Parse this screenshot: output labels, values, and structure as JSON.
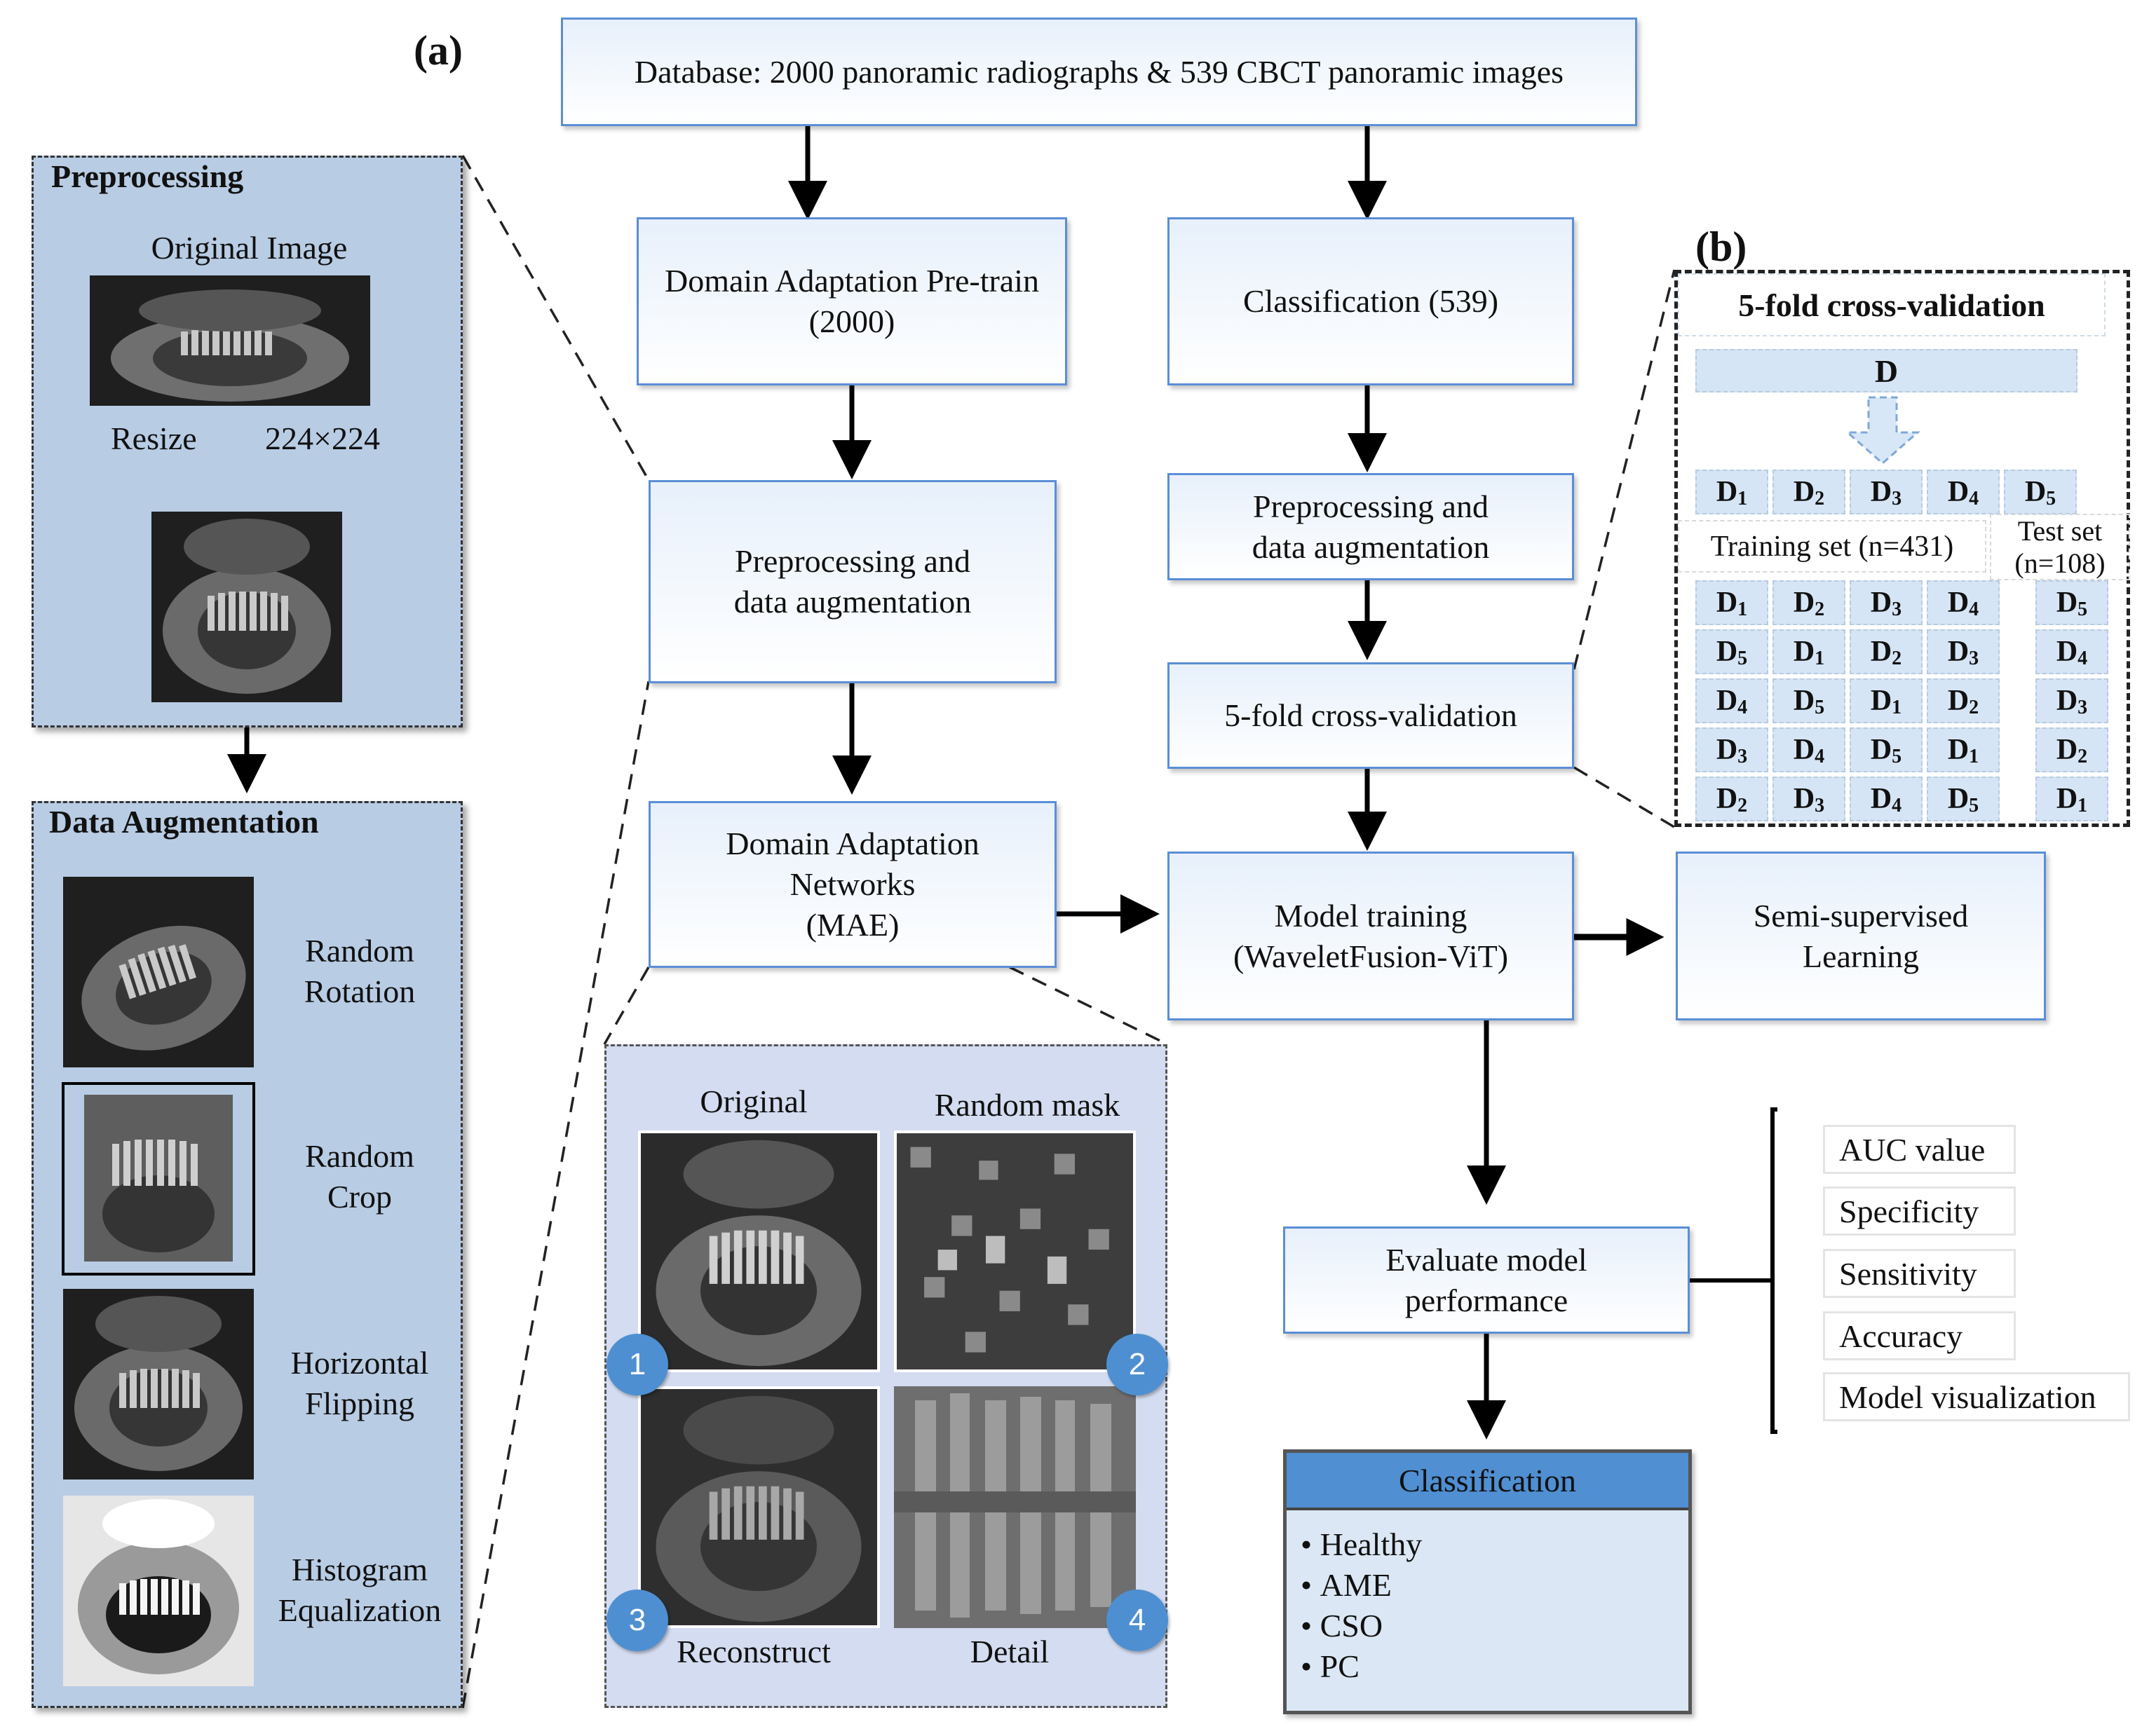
{
  "panel_labels": {
    "a": "(a)",
    "b": "(b)"
  },
  "flow": {
    "database": "Database: 2000 panoramic radiographs & 539 CBCT panoramic images",
    "pretrain": [
      "Domain Adaptation Pre-train",
      "(2000)"
    ],
    "classification": "Classification (539)",
    "preproc_left": [
      "Preprocessing and",
      "data augmentation"
    ],
    "preproc_right": [
      "Preprocessing and",
      "data augmentation"
    ],
    "cv": "5-fold cross-validation",
    "da_networks": [
      "Domain Adaptation",
      "Networks",
      "(MAE)"
    ],
    "model_training": [
      "Model training",
      "(WaveletFusion-ViT)"
    ],
    "semi_supervised": [
      "Semi-supervised",
      "Learning"
    ],
    "evaluate": [
      "Evaluate model",
      "performance"
    ]
  },
  "preprocessing": {
    "title": "Preprocessing",
    "original": "Original Image",
    "resize": "Resize",
    "size": "224×224"
  },
  "augmentation": {
    "title": "Data Augmentation",
    "items": [
      [
        "Random",
        "Rotation"
      ],
      [
        "Random",
        "Crop"
      ],
      [
        "Horizontal",
        "Flipping"
      ],
      [
        "Histogram",
        "Equalization"
      ]
    ]
  },
  "mae": {
    "labels": [
      "Original",
      "Random mask",
      "Reconstruct",
      "Detail"
    ],
    "badges": [
      "1",
      "2",
      "3",
      "4"
    ]
  },
  "crossval": {
    "title": "5-fold cross-validation",
    "d": "D",
    "top_row": [
      "D1",
      "D2",
      "D3",
      "D4",
      "D5"
    ],
    "training_label": "Training set (n=431)",
    "test_label": [
      "Test set",
      "(n=108)"
    ],
    "folds": [
      {
        "train": [
          "D1",
          "D2",
          "D3",
          "D4"
        ],
        "test": "D5"
      },
      {
        "train": [
          "D5",
          "D1",
          "D2",
          "D3"
        ],
        "test": "D4"
      },
      {
        "train": [
          "D4",
          "D5",
          "D1",
          "D2"
        ],
        "test": "D3"
      },
      {
        "train": [
          "D3",
          "D4",
          "D5",
          "D1"
        ],
        "test": "D2"
      },
      {
        "train": [
          "D2",
          "D3",
          "D4",
          "D5"
        ],
        "test": "D1"
      }
    ]
  },
  "metrics": [
    "AUC value",
    "Specificity",
    "Sensitivity",
    "Accuracy",
    "Model visualization"
  ],
  "classes": {
    "title": "Classification",
    "items": [
      "Healthy",
      "AME",
      "CSO",
      "PC"
    ]
  },
  "colors": {
    "box_border": "#5b8ed6",
    "panel_fill": "#b8cce4",
    "badge": "#4e8fd1",
    "class_header": "#4f8fd2"
  }
}
